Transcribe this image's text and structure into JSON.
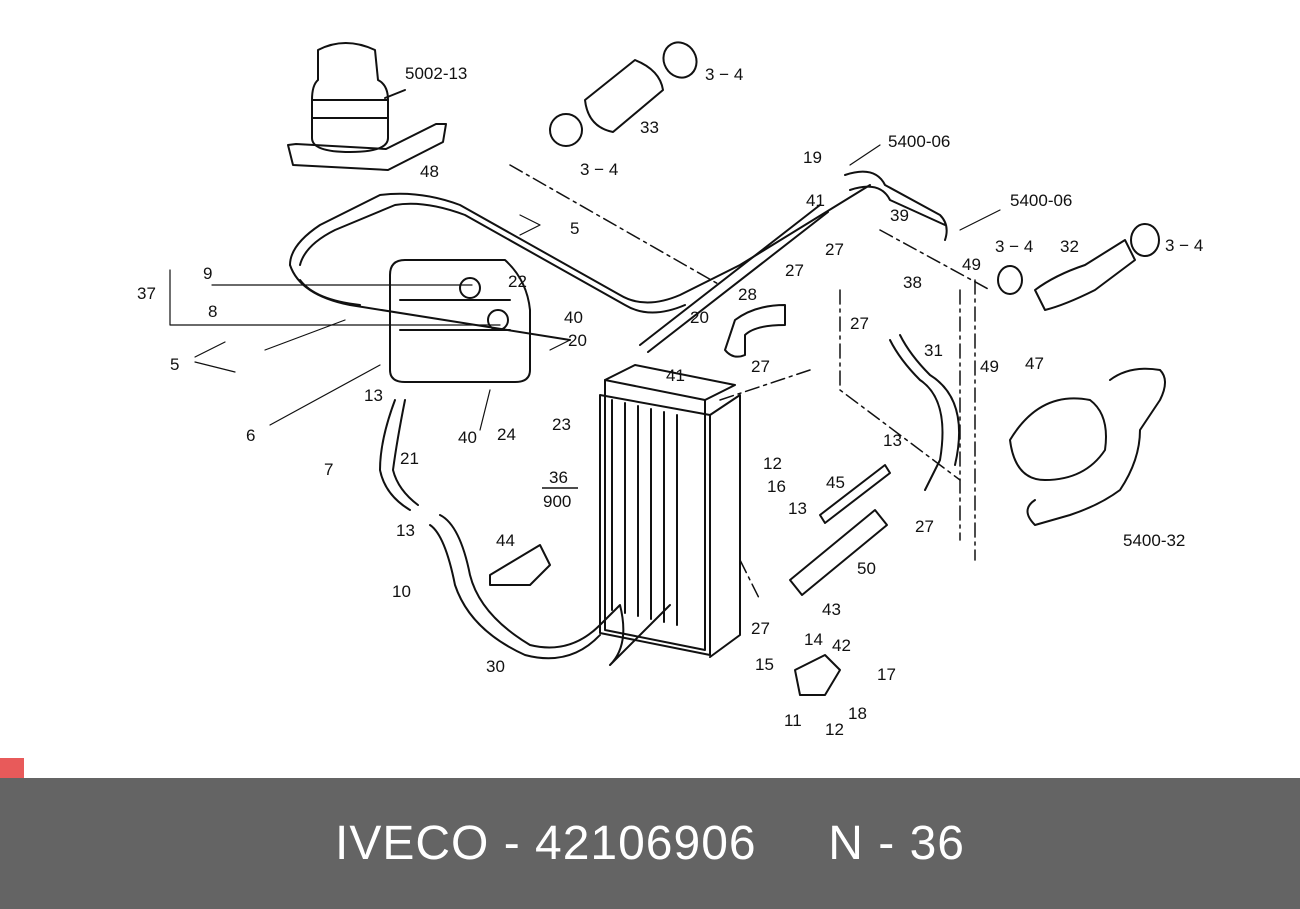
{
  "diagram": {
    "labels": {
      "l5002_13": "5002-13",
      "l3_4_a": "3 − 4",
      "l33": "33",
      "l3_4_b": "3 − 4",
      "l48": "48",
      "l5400_06_a": "5400-06",
      "l19": "19",
      "l41_a": "41",
      "l39": "39",
      "l5400_06_b": "5400-06",
      "l27_a": "27",
      "l49_a": "49",
      "l3_4_c": "3 − 4",
      "l32": "32",
      "l3_4_d": "3 − 4",
      "l5": "5",
      "l22": "22",
      "l9": "9",
      "l37": "37",
      "l8": "8",
      "l27_b": "27",
      "l38": "38",
      "l28": "28",
      "l49_b": "49",
      "l47": "47",
      "l40_a": "40",
      "l20_a": "20",
      "l20_b": "20",
      "l27_c": "27",
      "l31": "31",
      "l5_b": "5",
      "l41_b": "41",
      "l27_d": "27",
      "l13_a": "13",
      "l6": "6",
      "l40_b": "40",
      "l24": "24",
      "l23": "23",
      "l21": "21",
      "l13_b": "13",
      "l7": "7",
      "l36": "36",
      "l900": "900",
      "l12_a": "12",
      "l16": "16",
      "l45": "45",
      "l13_c": "13",
      "l27_e": "27",
      "l5400_32": "5400-32",
      "l13_d": "13",
      "l44": "44",
      "l50": "50",
      "l10": "10",
      "l43": "43",
      "l27_f": "27",
      "l14": "14",
      "l42": "42",
      "l30": "30",
      "l15": "15",
      "l17": "17",
      "l11": "11",
      "l18": "18",
      "l12_b": "12"
    }
  },
  "footer": {
    "text": "IVECO - 42106906     N - 36"
  },
  "colors": {
    "footer_bg": "#646464",
    "marker": "#e85a5a",
    "line": "#111111"
  }
}
